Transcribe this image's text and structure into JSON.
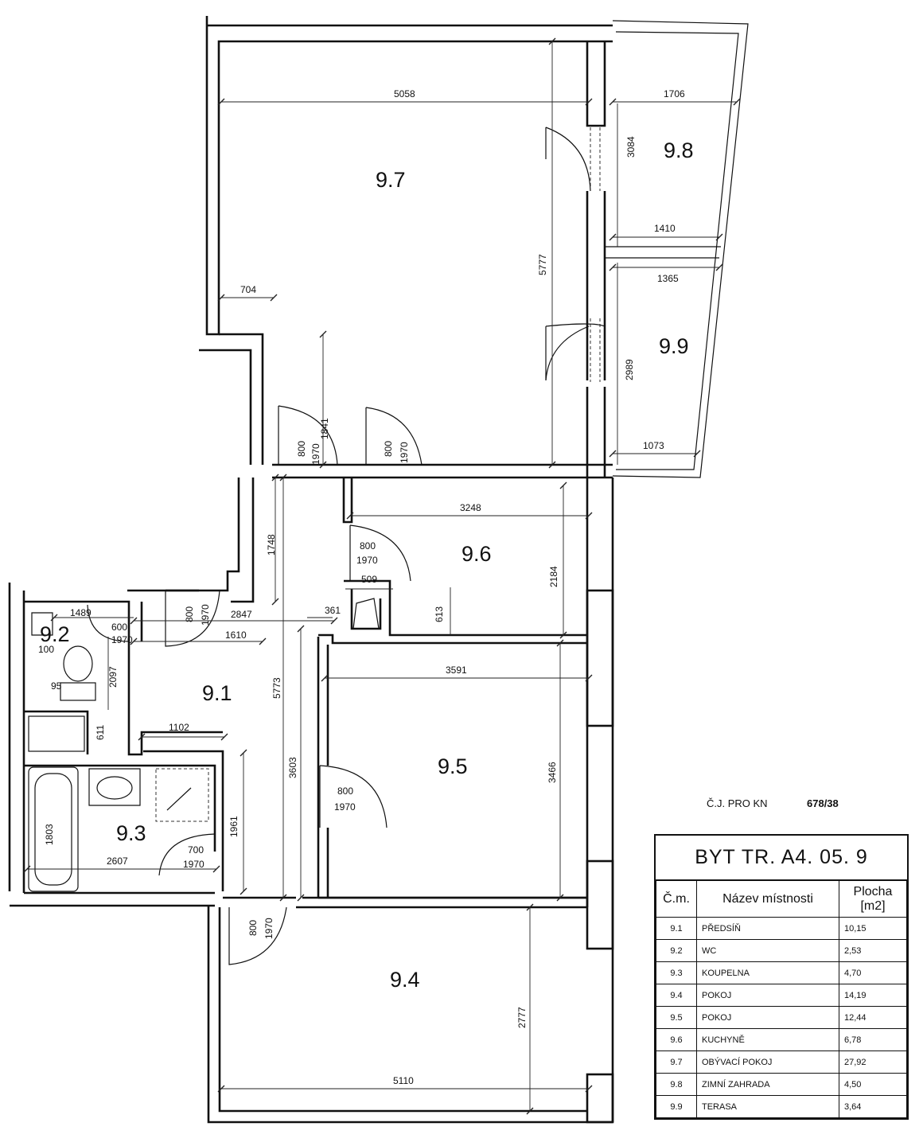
{
  "rooms": [
    {
      "id": "9.1"
    },
    {
      "id": "9.2"
    },
    {
      "id": "9.3"
    },
    {
      "id": "9.4"
    },
    {
      "id": "9.5"
    },
    {
      "id": "9.6"
    },
    {
      "id": "9.7"
    },
    {
      "id": "9.8"
    },
    {
      "id": "9.9"
    }
  ],
  "dimensions": {
    "d5058": "5058",
    "d1706": "1706",
    "d3084": "3084",
    "d1410": "1410",
    "d5777": "5777",
    "d1365": "1365",
    "d704": "704",
    "d2989": "2989",
    "d1841": "1841",
    "d1073": "1073",
    "d800": "800",
    "d1970": "1970",
    "d3248": "3248",
    "d1748": "1748",
    "d2184": "2184",
    "d509": "509",
    "d613": "613",
    "d361": "361",
    "d1489": "1489",
    "d600": "600",
    "d2847": "2847",
    "d1610": "1610",
    "d100": "100",
    "d2097": "2097",
    "d95": "95",
    "d611": "611",
    "d5773": "5773",
    "d3591": "3591",
    "d1102": "1102",
    "d3603": "3603",
    "d3466": "3466",
    "d1803": "1803",
    "d1961": "1961",
    "d700": "700",
    "d2607": "2607",
    "d2777": "2777",
    "d5110": "5110"
  },
  "cj": {
    "label": "Č.J. PRO KN",
    "value": "678/38"
  },
  "legend": {
    "title": "BYT TR. A4. 05. 9",
    "headers": [
      "Č.m.",
      "Název místnosti",
      "Plocha [m2]"
    ],
    "rows": [
      {
        "no": "9.1",
        "name": "PŘEDSÍŇ",
        "area": "10,15"
      },
      {
        "no": "9.2",
        "name": "WC",
        "area": "2,53"
      },
      {
        "no": "9.3",
        "name": "KOUPELNA",
        "area": "4,70"
      },
      {
        "no": "9.4",
        "name": "POKOJ",
        "area": "14,19"
      },
      {
        "no": "9.5",
        "name": "POKOJ",
        "area": "12,44"
      },
      {
        "no": "9.6",
        "name": "KUCHYNĚ",
        "area": "6,78"
      },
      {
        "no": "9.7",
        "name": "OBÝVACÍ POKOJ",
        "area": "27,92"
      },
      {
        "no": "9.8",
        "name": "ZIMNÍ ZAHRADA",
        "area": "4,50"
      },
      {
        "no": "9.9",
        "name": "TERASA",
        "area": "3,64"
      }
    ]
  }
}
